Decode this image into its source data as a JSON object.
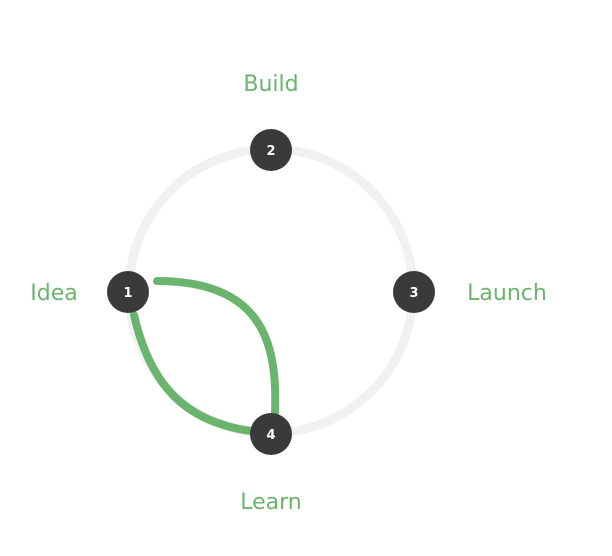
{
  "colors": {
    "accent": "#6ab46e",
    "node_fill": "#3a3a3a",
    "node_text": "#ffffff",
    "ring": "#f1f1f1",
    "label": "#6ab46e"
  },
  "stages": [
    {
      "number": "1",
      "label": "Idea"
    },
    {
      "number": "2",
      "label": "Build"
    },
    {
      "number": "3",
      "label": "Launch"
    },
    {
      "number": "4",
      "label": "Learn"
    }
  ],
  "active_path": {
    "from": "1",
    "to": "4"
  }
}
